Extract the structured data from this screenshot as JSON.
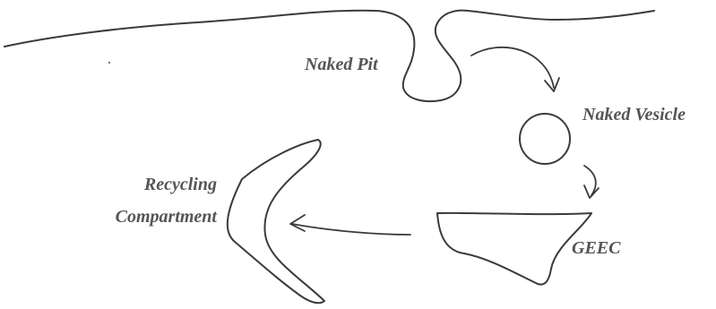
{
  "labels": {
    "naked_pit": "Naked Pit",
    "naked_vesicle": "Naked Vesicle",
    "recycling_line1": "Recycling",
    "recycling_line2": "Compartment",
    "geec": "GEEC"
  },
  "colors": {
    "stroke": "#3b3b3b",
    "label": "#555555",
    "background": "#ffffff"
  }
}
